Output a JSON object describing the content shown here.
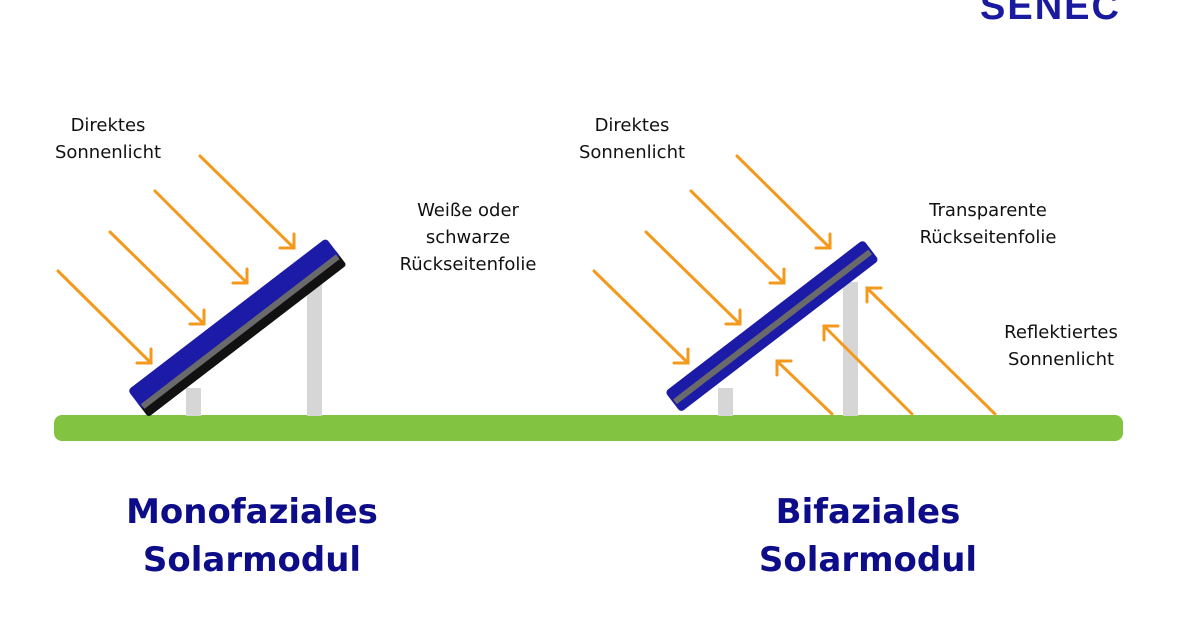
{
  "brand": {
    "logo": "SENEC"
  },
  "monofacial": {
    "direct_light_line1": "Direktes",
    "direct_light_line2": "Sonnenlicht",
    "backsheet_line1": "Weiße oder",
    "backsheet_line2": "schwarze",
    "backsheet_line3": "Rückseitenfolie",
    "title_line1": "Monofaziales",
    "title_line2": "Solarmodul"
  },
  "bifacial": {
    "direct_light_line1": "Direktes",
    "direct_light_line2": "Sonnenlicht",
    "backsheet_line1": "Transparente",
    "backsheet_line2": "Rückseitenfolie",
    "reflected_line1": "Reflektiertes",
    "reflected_line2": "Sonnenlicht",
    "title_line1": "Bifaziales",
    "title_line2": "Solarmodul"
  },
  "colors": {
    "arrow": "#f39a1e",
    "panel": "#1b1ba8",
    "panel_edge": "#0d0d6e",
    "ground": "#82c341",
    "post": "#d6d6d6",
    "title": "#0d0d8a"
  }
}
